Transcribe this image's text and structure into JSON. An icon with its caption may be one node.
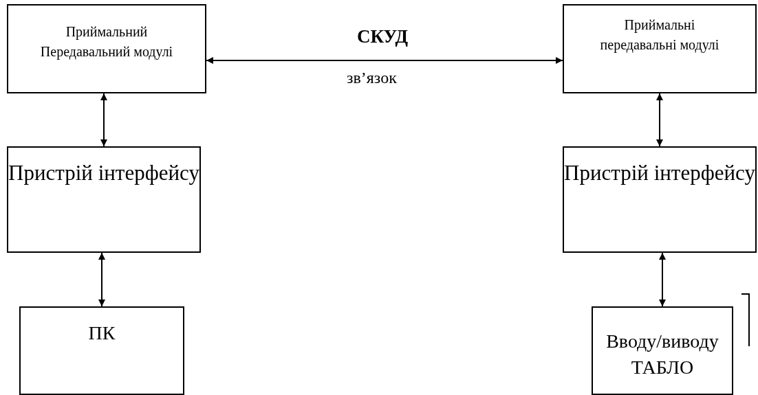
{
  "diagram": {
    "nodes": [
      {
        "text": [
          "Приймальний Передавальний модулі"
        ]
      },
      {
        "text": [
          "Приймальні передавальні модулі"
        ]
      },
      {
        "text": [
          "Пристрій інтерфейсу"
        ]
      },
      {
        "text": [
          "Пристрій інтерфейсу"
        ]
      },
      {
        "text": [
          "ПК"
        ]
      },
      {
        "text": [
          "Вводу/виводу",
          "ТАБЛО"
        ]
      }
    ],
    "edges": [
      {
        "from": 0,
        "to": 1,
        "arrow": "both",
        "label": "СКУД"
      },
      {
        "from": 0,
        "to": 2,
        "arrow": "both"
      },
      {
        "from": 1,
        "to": 3,
        "arrow": "both"
      },
      {
        "from": 2,
        "to": 4,
        "arrow": "both"
      },
      {
        "from": 3,
        "to": 5,
        "arrow": "both"
      }
    ],
    "labels": [
      "зв’язок"
    ]
  }
}
